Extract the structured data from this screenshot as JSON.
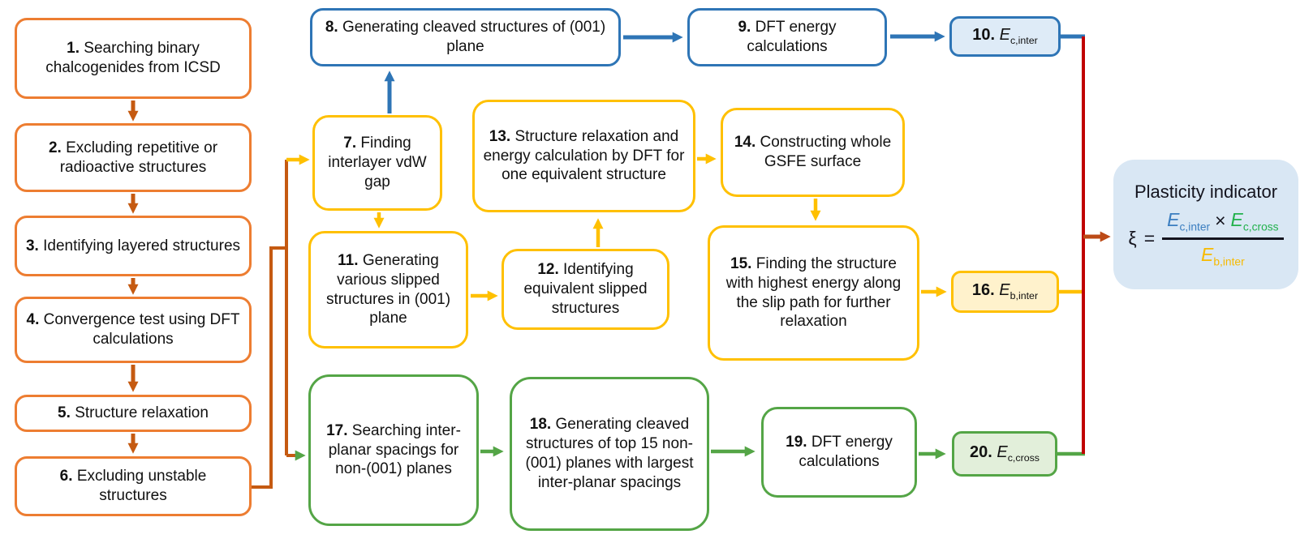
{
  "nodes": {
    "s1": {
      "num": "1.",
      "text": "Searching binary chalcogenides from ICSD"
    },
    "s2": {
      "num": "2.",
      "text": "Excluding repetitive or radioactive structures"
    },
    "s3": {
      "num": "3.",
      "text": "Identifying layered structures"
    },
    "s4": {
      "num": "4.",
      "text": "Convergence test using DFT calculations"
    },
    "s5": {
      "num": "5.",
      "text": "Structure  relaxation"
    },
    "s6": {
      "num": "6.",
      "text": "Excluding unstable structures"
    },
    "s7": {
      "num": "7.",
      "text": "Finding interlayer vdW gap"
    },
    "s8": {
      "num": "8.",
      "text": "Generating cleaved structures of (001) plane"
    },
    "s9": {
      "num": "9.",
      "text": "DFT energy calculations"
    },
    "s10": {
      "num": "10.",
      "sym_base": "E",
      "sym_sub": "c,inter"
    },
    "s11": {
      "num": "11.",
      "text": "Generating various slipped structures in (001) plane"
    },
    "s12": {
      "num": "12.",
      "text": "Identifying equivalent slipped structures"
    },
    "s13": {
      "num": "13.",
      "text": "Structure relaxation and energy calculation by DFT for one equivalent structure"
    },
    "s14": {
      "num": "14.",
      "text": "Constructing whole GSFE surface"
    },
    "s15": {
      "num": "15.",
      "text": "Finding the structure with highest energy along the slip path for further relaxation"
    },
    "s16": {
      "num": "16.",
      "sym_base": "E",
      "sym_sub": "b,inter"
    },
    "s17": {
      "num": "17.",
      "text": "Searching inter-planar spacings for non-(001) planes"
    },
    "s18": {
      "num": "18.",
      "text": "Generating cleaved structures of top 15 non-(001) planes with largest inter-planar spacings"
    },
    "s19": {
      "num": "19.",
      "text": "DFT energy calculations"
    },
    "s20": {
      "num": "20.",
      "sym_base": "E",
      "sym_sub": "c,cross"
    }
  },
  "result": {
    "title": "Plasticity indicator",
    "xi": "ξ",
    "equals": "=",
    "num_left_base": "E",
    "num_left_sub": "c,inter",
    "times": "×",
    "num_right_base": "E",
    "num_right_sub": "c,cross",
    "den_base": "E",
    "den_sub": "b,inter"
  },
  "colors": {
    "orange_border": "#ED7D31",
    "dark_orange_arrow": "#C55A11",
    "gold": "#FFC000",
    "blue": "#2E75B6",
    "green": "#54A546",
    "red_line": "#C00000",
    "brown_arrow": "#BC4A17",
    "fill_blue": "#DEEBF7",
    "fill_gold": "#FFF2CC",
    "fill_green": "#E2EFDA",
    "fill_panel": "#D9E7F4",
    "formula_blue": "#3B7EC0",
    "formula_green": "#22B14C",
    "formula_amber": "#F7BA00"
  }
}
